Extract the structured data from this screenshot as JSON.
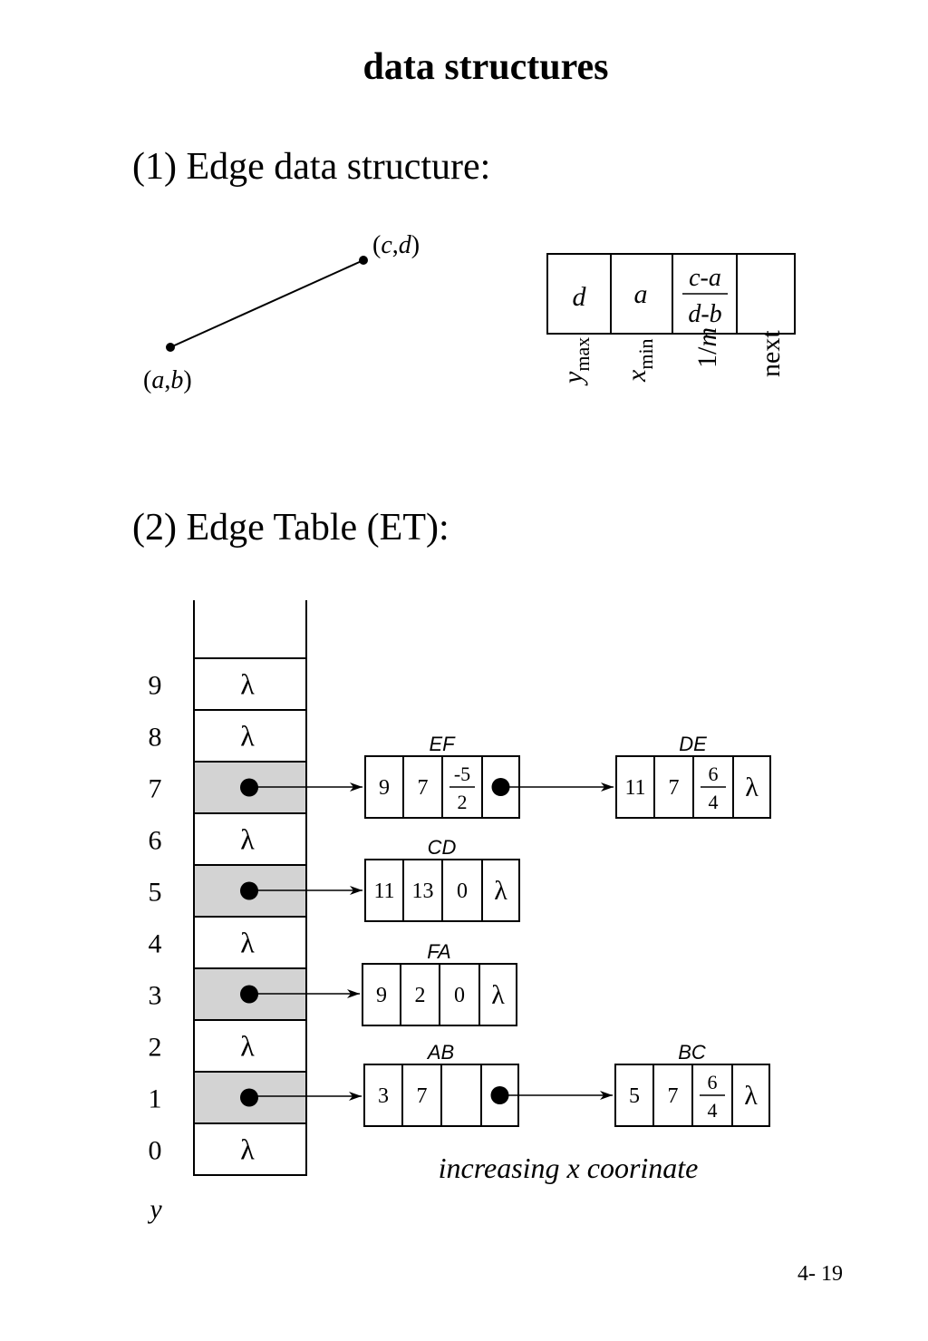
{
  "title": "data structures",
  "section1": {
    "heading": "(1) Edge data structure:",
    "endpoint_low": [
      "(",
      "a",
      ",",
      "b",
      ")"
    ],
    "endpoint_high": [
      "(",
      "c",
      ",",
      "d",
      ")"
    ],
    "cells": {
      "ymax": "d",
      "xmin": "a",
      "num": "c-a",
      "den": "d-b"
    },
    "field_labels": {
      "ymax_main": "y",
      "ymax_sub": "max",
      "xmin_main": "x",
      "xmin_sub": "min",
      "slope_prefix": "1/",
      "slope_var": "m",
      "next": "next"
    }
  },
  "section2": {
    "heading": "(2) Edge Table (ET):",
    "y_axis_label": "y",
    "rows": [
      {
        "y": "9",
        "content": "λ"
      },
      {
        "y": "8",
        "content": "λ"
      },
      {
        "y": "7",
        "content": "pointer"
      },
      {
        "y": "6",
        "content": "λ"
      },
      {
        "y": "5",
        "content": "pointer"
      },
      {
        "y": "4",
        "content": "λ"
      },
      {
        "y": "3",
        "content": "pointer"
      },
      {
        "y": "2",
        "content": "λ"
      },
      {
        "y": "1",
        "content": "pointer"
      },
      {
        "y": "0",
        "content": "λ"
      }
    ],
    "nodes": {
      "EF": {
        "label": "EF",
        "ymax": "9",
        "xmin": "7",
        "num": "-5",
        "den": "2",
        "next": "pointer"
      },
      "DE": {
        "label": "DE",
        "ymax": "11",
        "xmin": "7",
        "num": "6",
        "den": "4",
        "next": "λ"
      },
      "CD": {
        "label": "CD",
        "ymax": "11",
        "xmin": "13",
        "slope": "0",
        "next": "λ"
      },
      "FA": {
        "label": "FA",
        "ymax": "9",
        "xmin": "2",
        "slope": "0",
        "next": "λ"
      },
      "AB": {
        "label": "AB",
        "ymax": "3",
        "xmin": "7",
        "slope": "",
        "next": "pointer"
      },
      "BC": {
        "label": "BC",
        "ymax": "5",
        "xmin": "7",
        "num": "6",
        "den": "4",
        "next": "λ"
      }
    },
    "caption": "increasing x coorinate"
  },
  "page_number": "4- 19",
  "colors": {
    "line": "#000000",
    "shaded_cell": "#d3d3d3",
    "background": "#ffffff"
  }
}
